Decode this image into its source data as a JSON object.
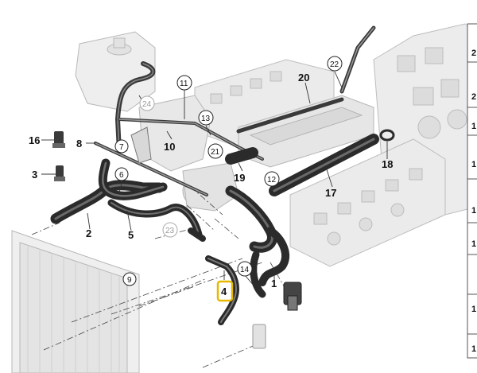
{
  "callouts": {
    "c1": "1",
    "c2": "2",
    "c3": "3",
    "c4": "4",
    "c5": "5",
    "c6": "6",
    "c7": "7",
    "c8": "8",
    "c9": "9",
    "c10": "10",
    "c11": "11",
    "c12": "12",
    "c13": "13",
    "c14": "14",
    "c16": "16",
    "c17": "17",
    "c18": "18",
    "c19": "19",
    "c20": "20",
    "c21": "21",
    "c22": "22",
    "c23": "23",
    "c24": "24"
  },
  "highlighted_callout": "4",
  "colors": {
    "highlight_border": "#e6b800",
    "hose": "#2b2b2b",
    "engine_fill": "#e9e9e9",
    "engine_stroke": "#b5b5b5",
    "leader": "#333333"
  },
  "side_table": {
    "row1": "2",
    "row2": "2",
    "row3": "1",
    "row4": "1",
    "row5": "1",
    "row6": "1",
    "row7": "1",
    "row8": "1"
  }
}
